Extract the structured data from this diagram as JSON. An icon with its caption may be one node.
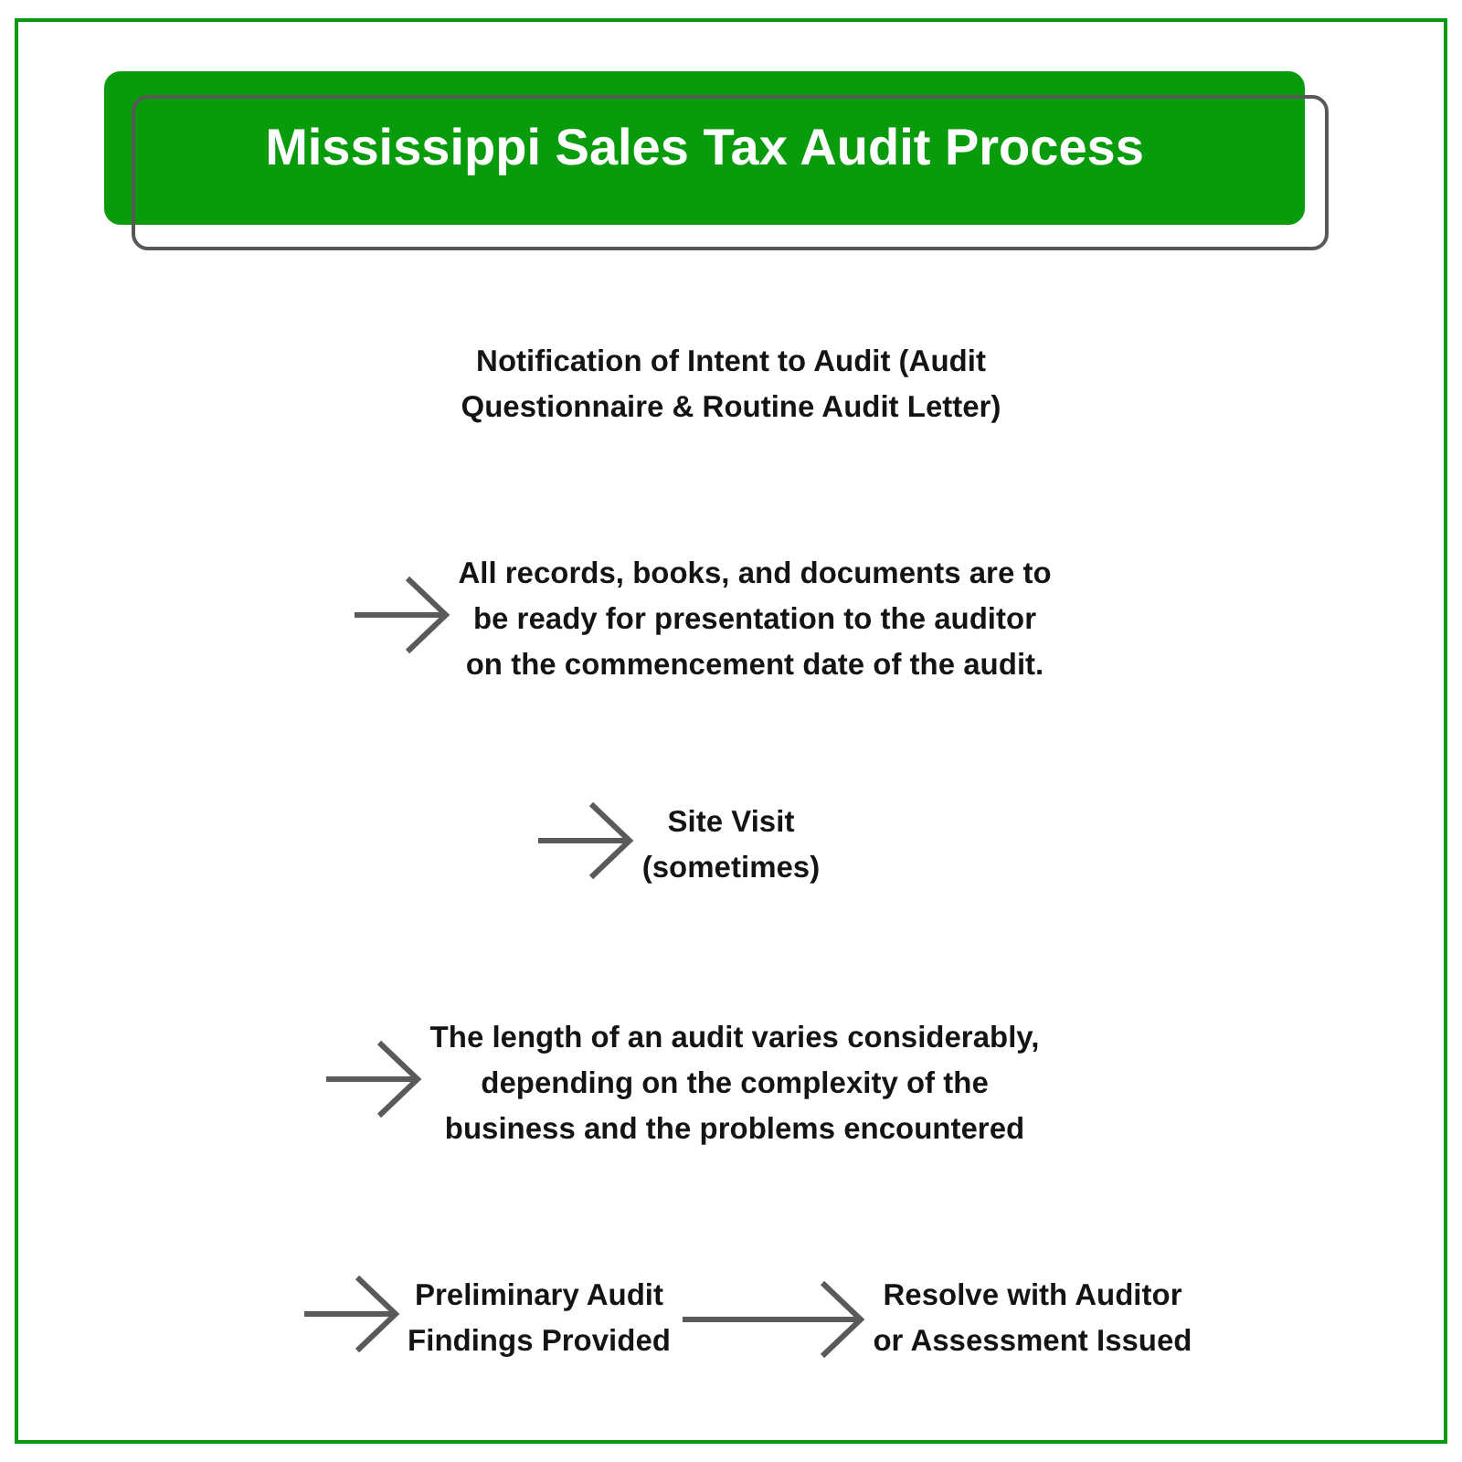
{
  "diagram": {
    "title": "Mississippi Sales Tax Audit Process",
    "nodes": [
      {
        "text": [
          "All records, books, and documents are to be ready for presentation to the auditor on the commencement date of the audit."
        ]
      },
      {
        "text": [
          "Site Visit (sometimes)"
        ]
      },
      {
        "text": [
          "The length of an audit varies considerably, depending on the complexity of the business and the problems encountered"
        ]
      },
      {
        "text": [
          "Preliminary Audit Findings Provided"
        ]
      },
      {
        "text": [
          "Resolve with Auditor or Assessment Issued"
        ]
      }
    ],
    "edges": [
      {
        "from": null,
        "to": 0,
        "arrow": "to"
      },
      {
        "from": null,
        "to": 1,
        "arrow": "to"
      },
      {
        "from": null,
        "to": 2,
        "arrow": "to"
      },
      {
        "from": null,
        "to": 3,
        "arrow": "to"
      },
      {
        "from": 3,
        "to": 4,
        "arrow": "to"
      }
    ],
    "labels": [
      "Notification of Intent to Audit (Audit Questionnaire & Routine Audit Letter)"
    ]
  }
}
